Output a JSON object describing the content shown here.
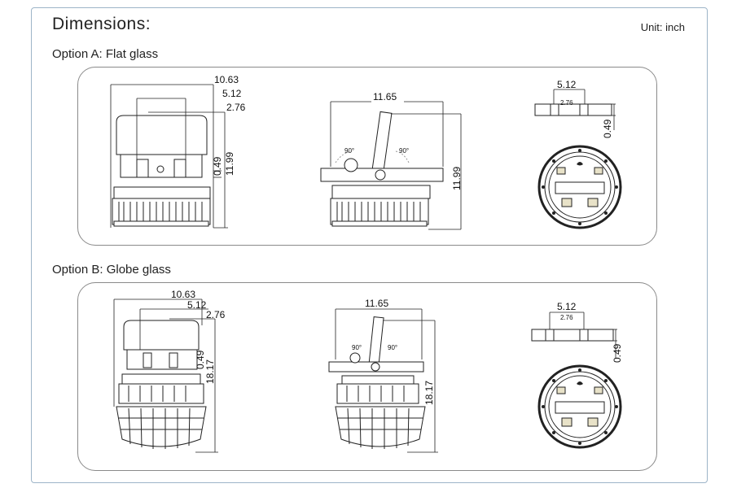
{
  "header": {
    "title": "Dimensions:",
    "unit": "Unit: inch"
  },
  "option_a": {
    "label": "Option A: Flat glass",
    "front": {
      "d1": "10.63",
      "d2": "5.12",
      "d3": "2.76",
      "d4": "0.49",
      "d5": "11.99"
    },
    "side": {
      "width": "11.65",
      "height": "11.99",
      "angle_left": "90°",
      "angle_right": "90°"
    },
    "top": {
      "d1": "5.12",
      "d2": "2.76",
      "d3": "0.49"
    }
  },
  "option_b": {
    "label": "Option B: Globe glass",
    "front": {
      "d1": "10.63",
      "d2": "5.12",
      "d3": "2.76",
      "d4": "0.49",
      "d5": "18.17"
    },
    "side": {
      "width": "11.65",
      "height": "18.17",
      "angle_left": "90°",
      "angle_right": "90°"
    },
    "top": {
      "d1": "5.12",
      "d2": "2.76",
      "d3": "0.49"
    }
  }
}
